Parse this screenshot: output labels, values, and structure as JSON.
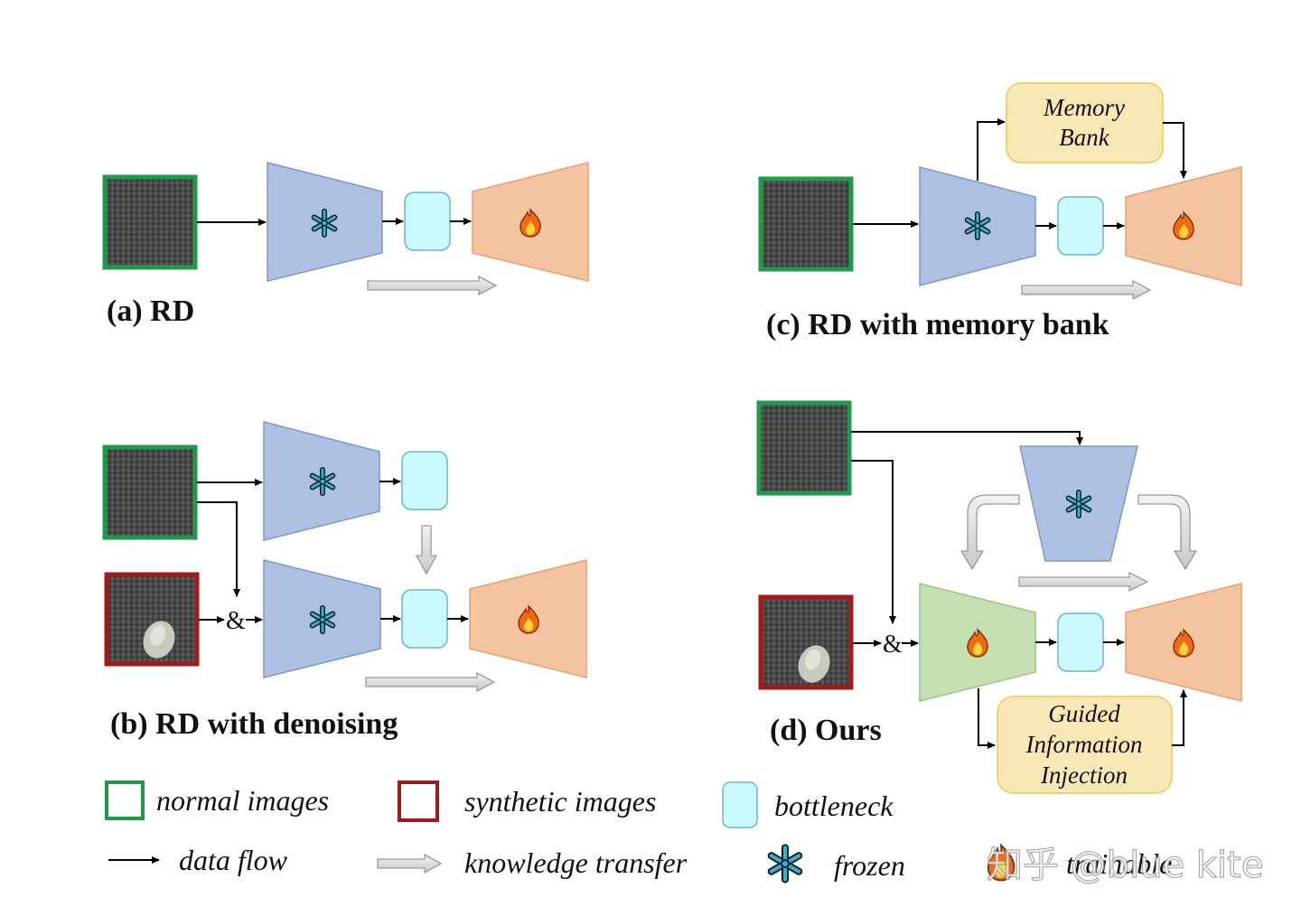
{
  "captions": {
    "a": "(a) RD",
    "b": "(b) RD with denoising",
    "c": "(c) RD with memory bank",
    "d": "(d) Ours"
  },
  "boxes": {
    "memory_bank": [
      "Memory",
      "Bank"
    ],
    "guided_injection": [
      "Guided",
      "Information",
      "Injection"
    ]
  },
  "combine_symbol": "&",
  "legend": {
    "normal_images": "normal images",
    "synthetic_images": "synthetic images",
    "bottleneck": "bottleneck",
    "data_flow": "data flow",
    "knowledge_transfer": "knowledge transfer",
    "frozen": "frozen",
    "trainable": "trainable"
  },
  "watermark": "知乎 @blue kite",
  "colors": {
    "encoder_frozen": "#adc0e2",
    "encoder_border": "#7f98c8",
    "decoder": "#f4c3a0",
    "decoder_border": "#e8a070",
    "student_encoder": "#c5deb2",
    "student_border": "#9dc482",
    "bottleneck": "#c9f9fb",
    "bottleneck_border": "#6ab6c8",
    "normal_border": "#1e9a4a",
    "synthetic_border": "#a31a1a",
    "box_fill": "#f8e8b5",
    "box_border": "#f0c84a",
    "snowflake": "#2bb6d9"
  }
}
